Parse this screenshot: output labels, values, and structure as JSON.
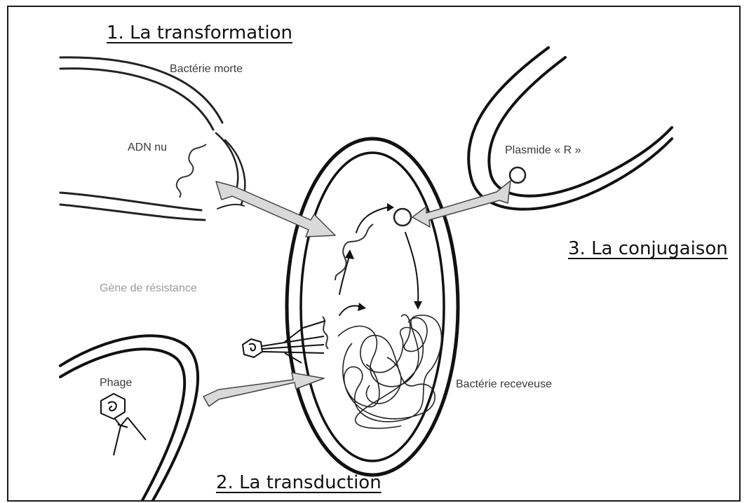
{
  "titles": {
    "transformation": "1. La transformation",
    "transduction": "2. La transduction",
    "conjugation": "3. La conjugaison"
  },
  "labels": {
    "dead_bacterium": "Bactérie morte",
    "naked_dna": "ADN nu",
    "resistance_gene": "Gène de résistance",
    "phage": "Phage",
    "plasmid": "Plasmide « R »",
    "recipient_bacterium": "Bactérie receveuse"
  },
  "colors": {
    "stroke": "#222222",
    "arrow_fill": "#d9d9d9",
    "faint_text": "#9a9a9a"
  }
}
